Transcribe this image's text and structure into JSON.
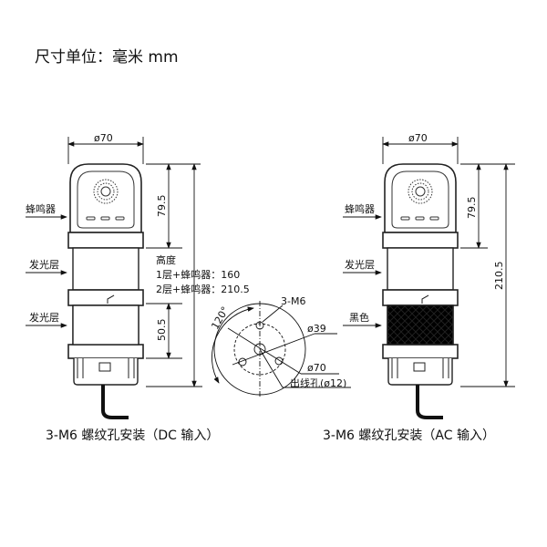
{
  "title": "尺寸单位：毫米 mm",
  "left": {
    "diameter": "ø70",
    "label_buzzer": "蜂鸣器",
    "label_layer1": "发光层",
    "label_layer2": "发光层",
    "dim_top": "79.5",
    "dim_layer": "50.5",
    "caption": "3-M6 螺纹孔安装（DC 输入）"
  },
  "height_note": {
    "heading": "高度",
    "line1": "1层+蜂鸣器：160",
    "line2": "2层+蜂鸣器：210.5"
  },
  "mount": {
    "angle": "120°",
    "holes": "3-M6",
    "pcd": "ø39",
    "outer": "ø70",
    "cable_hole": "出线孔(ø12)"
  },
  "right": {
    "diameter": "ø70",
    "label_buzzer": "蜂鸣器",
    "label_layer1": "发光层",
    "label_black": "黑色",
    "dim_top": "79.5",
    "dim_total": "210.5",
    "caption": "3-M6 螺纹孔安装（AC 输入）"
  }
}
